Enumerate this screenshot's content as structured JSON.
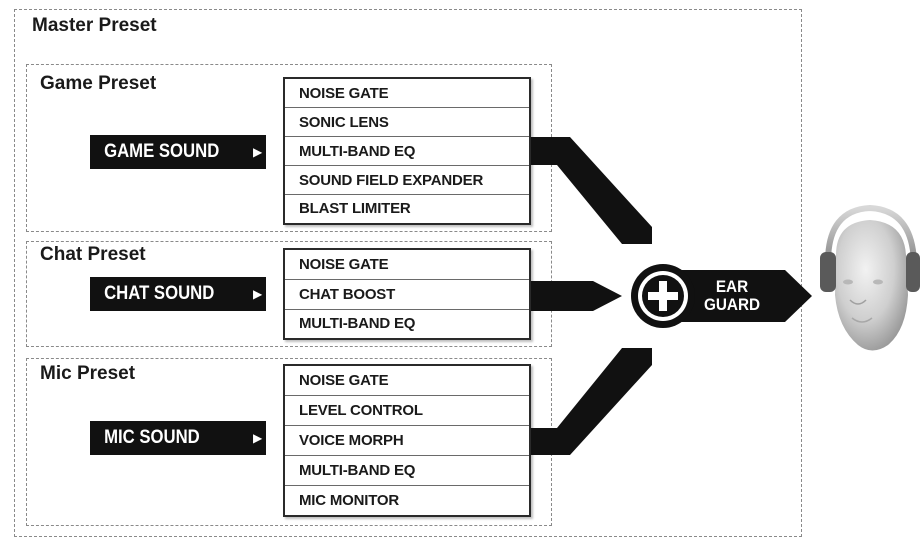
{
  "master": {
    "title": "Master Preset"
  },
  "presets": [
    {
      "title": "Game Preset",
      "source": "GAME SOUND",
      "effects": [
        "NOISE GATE",
        "SONIC LENS",
        "MULTI-BAND EQ",
        "SOUND FIELD EXPANDER",
        "BLAST LIMITER"
      ]
    },
    {
      "title": "Chat Preset",
      "source": "CHAT SOUND",
      "effects": [
        "NOISE GATE",
        "CHAT BOOST",
        "MULTI-BAND EQ"
      ]
    },
    {
      "title": "Mic Preset",
      "source": "MIC SOUND",
      "effects": [
        "NOISE GATE",
        "LEVEL CONTROL",
        "VOICE MORPH",
        "MULTI-BAND EQ",
        "MIC MONITOR"
      ]
    }
  ],
  "mixer": {
    "symbol": "+"
  },
  "output": {
    "line1": "EAR",
    "line2": "GUARD"
  },
  "icons": {
    "source_arrow": "right-triangle-icon",
    "mixer": "plus-circle-icon",
    "listener": "headphones-head-icon"
  },
  "colors": {
    "ink": "#111111",
    "border": "#8a8a8a",
    "background": "#ffffff"
  }
}
